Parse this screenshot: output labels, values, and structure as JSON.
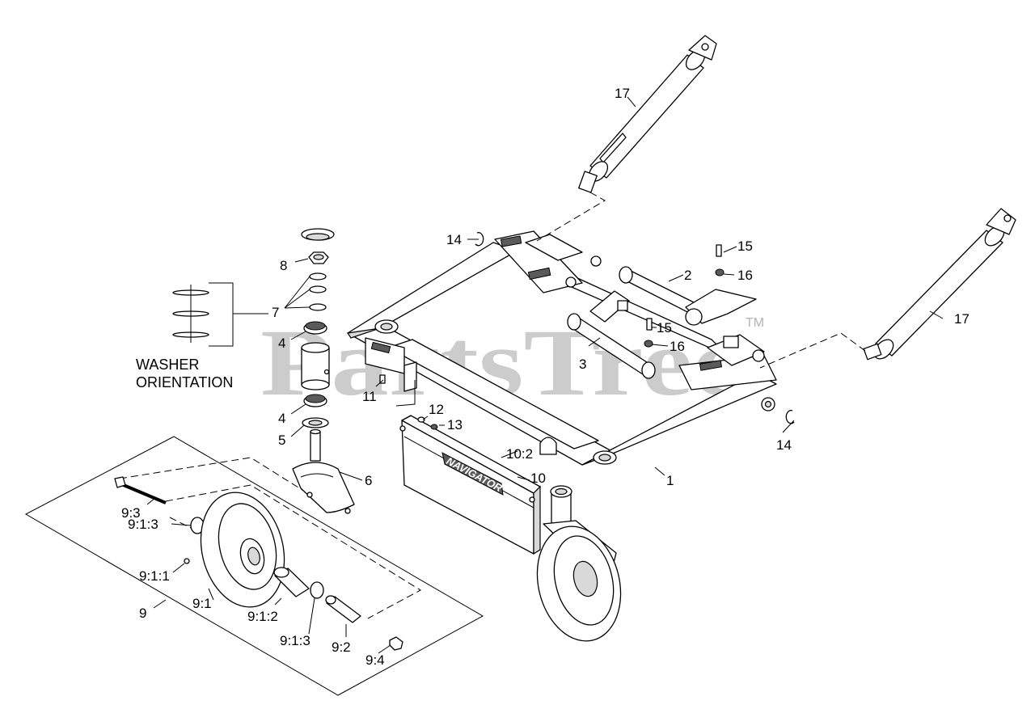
{
  "watermark": {
    "text": "PartsTree",
    "tm": "TM"
  },
  "decal": {
    "text": "NAVIGATOR"
  },
  "note": {
    "line1": "WASHER",
    "line2": "ORIENTATION"
  },
  "callouts": {
    "c1": "1",
    "c2": "2",
    "c3": "3",
    "c4a": "4",
    "c4b": "4",
    "c5": "5",
    "c6": "6",
    "c7": "7",
    "c8": "8",
    "c9": "9",
    "c9_1": "9:1",
    "c9_1_1": "9:1:1",
    "c9_1_2": "9:1:2",
    "c9_1_3a": "9:1:3",
    "c9_1_3b": "9:1:3",
    "c9_2": "9:2",
    "c9_3": "9:3",
    "c9_4": "9:4",
    "c10": "10",
    "c10_2": "10:2",
    "c11": "11",
    "c12": "12",
    "c13": "13",
    "c14a": "14",
    "c14b": "14",
    "c15a": "15",
    "c15b": "15",
    "c16a": "16",
    "c16b": "16",
    "c17a": "17",
    "c17b": "17"
  }
}
